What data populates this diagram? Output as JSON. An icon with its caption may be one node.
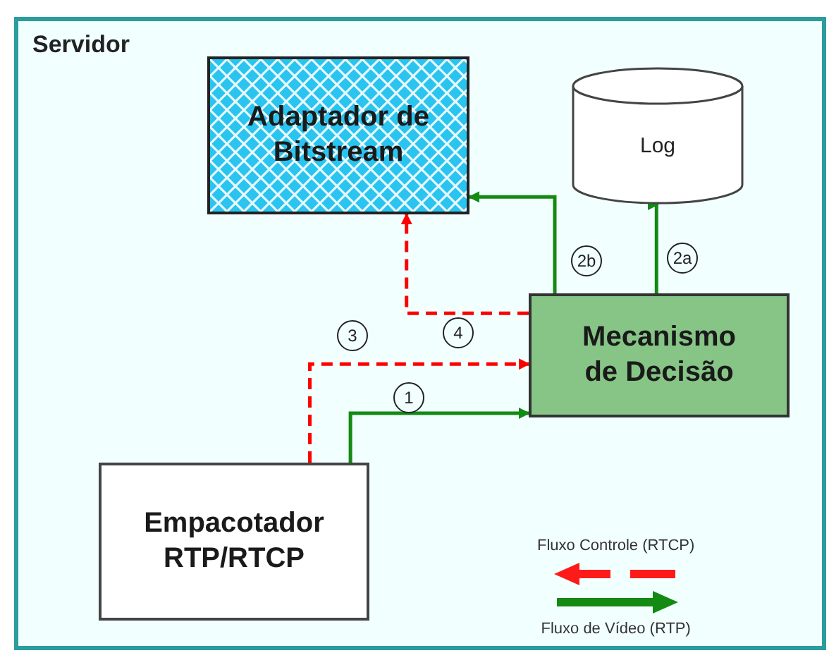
{
  "diagram": {
    "nodes": [
      {
        "text": [
          "Servidor"
        ]
      },
      {
        "text": [
          "Adaptador de Bitstream"
        ],
        "in": 0
      },
      {
        "text": [
          "Log"
        ],
        "in": 0
      },
      {
        "text": [
          "Mecanismo de Decisão"
        ],
        "in": 0
      },
      {
        "text": [
          "Empacotador RTP/RTCP"
        ],
        "in": 0
      }
    ],
    "edges": [
      {
        "from": 4,
        "to": 3,
        "arrow": "to",
        "label": "1"
      },
      {
        "from": 4,
        "to": 3,
        "arrow": "to",
        "label": "3",
        "style": "dashed",
        "color": "#ff0000"
      },
      {
        "from": 3,
        "to": 2,
        "arrow": "to",
        "label": "2a"
      },
      {
        "from": 3,
        "to": 1,
        "arrow": "to",
        "label": "2b"
      },
      {
        "from": 3,
        "to": 1,
        "arrow": "to",
        "label": "4",
        "style": "dashed",
        "color": "#ff0000"
      }
    ],
    "legend": [
      {
        "text": "Fluxo Controle (RTCP)"
      },
      {
        "text": "Fluxo de Vídeo (RTP)"
      }
    ]
  }
}
